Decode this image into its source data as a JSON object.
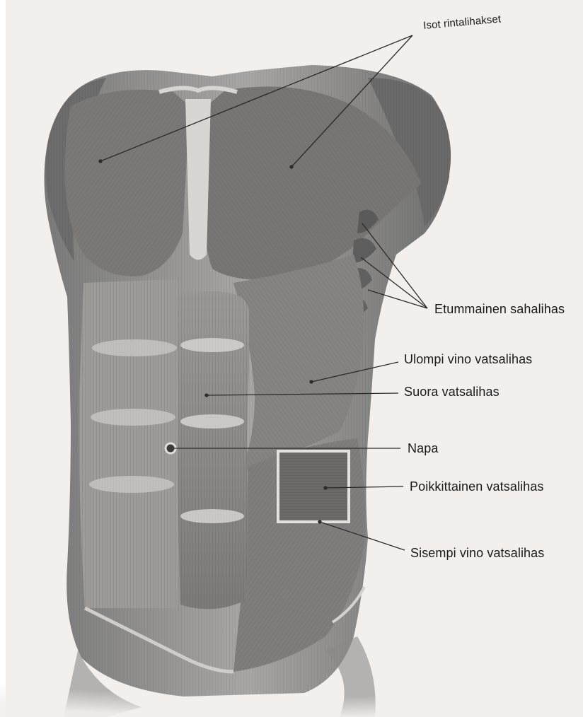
{
  "labels": {
    "pectorals": "Isot rintalihakset",
    "serratus": "Etummainen sahalihas",
    "external_oblique": "Ulompi vino vatsalihas",
    "rectus": "Suora vatsalihas",
    "navel": "Napa",
    "transverse": "Poikkittainen vatsalihas",
    "internal_oblique": "Sisempi vino vatsalihas"
  },
  "colors": {
    "background": "#f2efec",
    "muscle_dark": "#5e5e5e",
    "muscle_mid": "#8a8a8a",
    "muscle_light": "#d2d0ce",
    "leader_line": "#2a2a2a",
    "label_text": "#1a1a1a"
  }
}
